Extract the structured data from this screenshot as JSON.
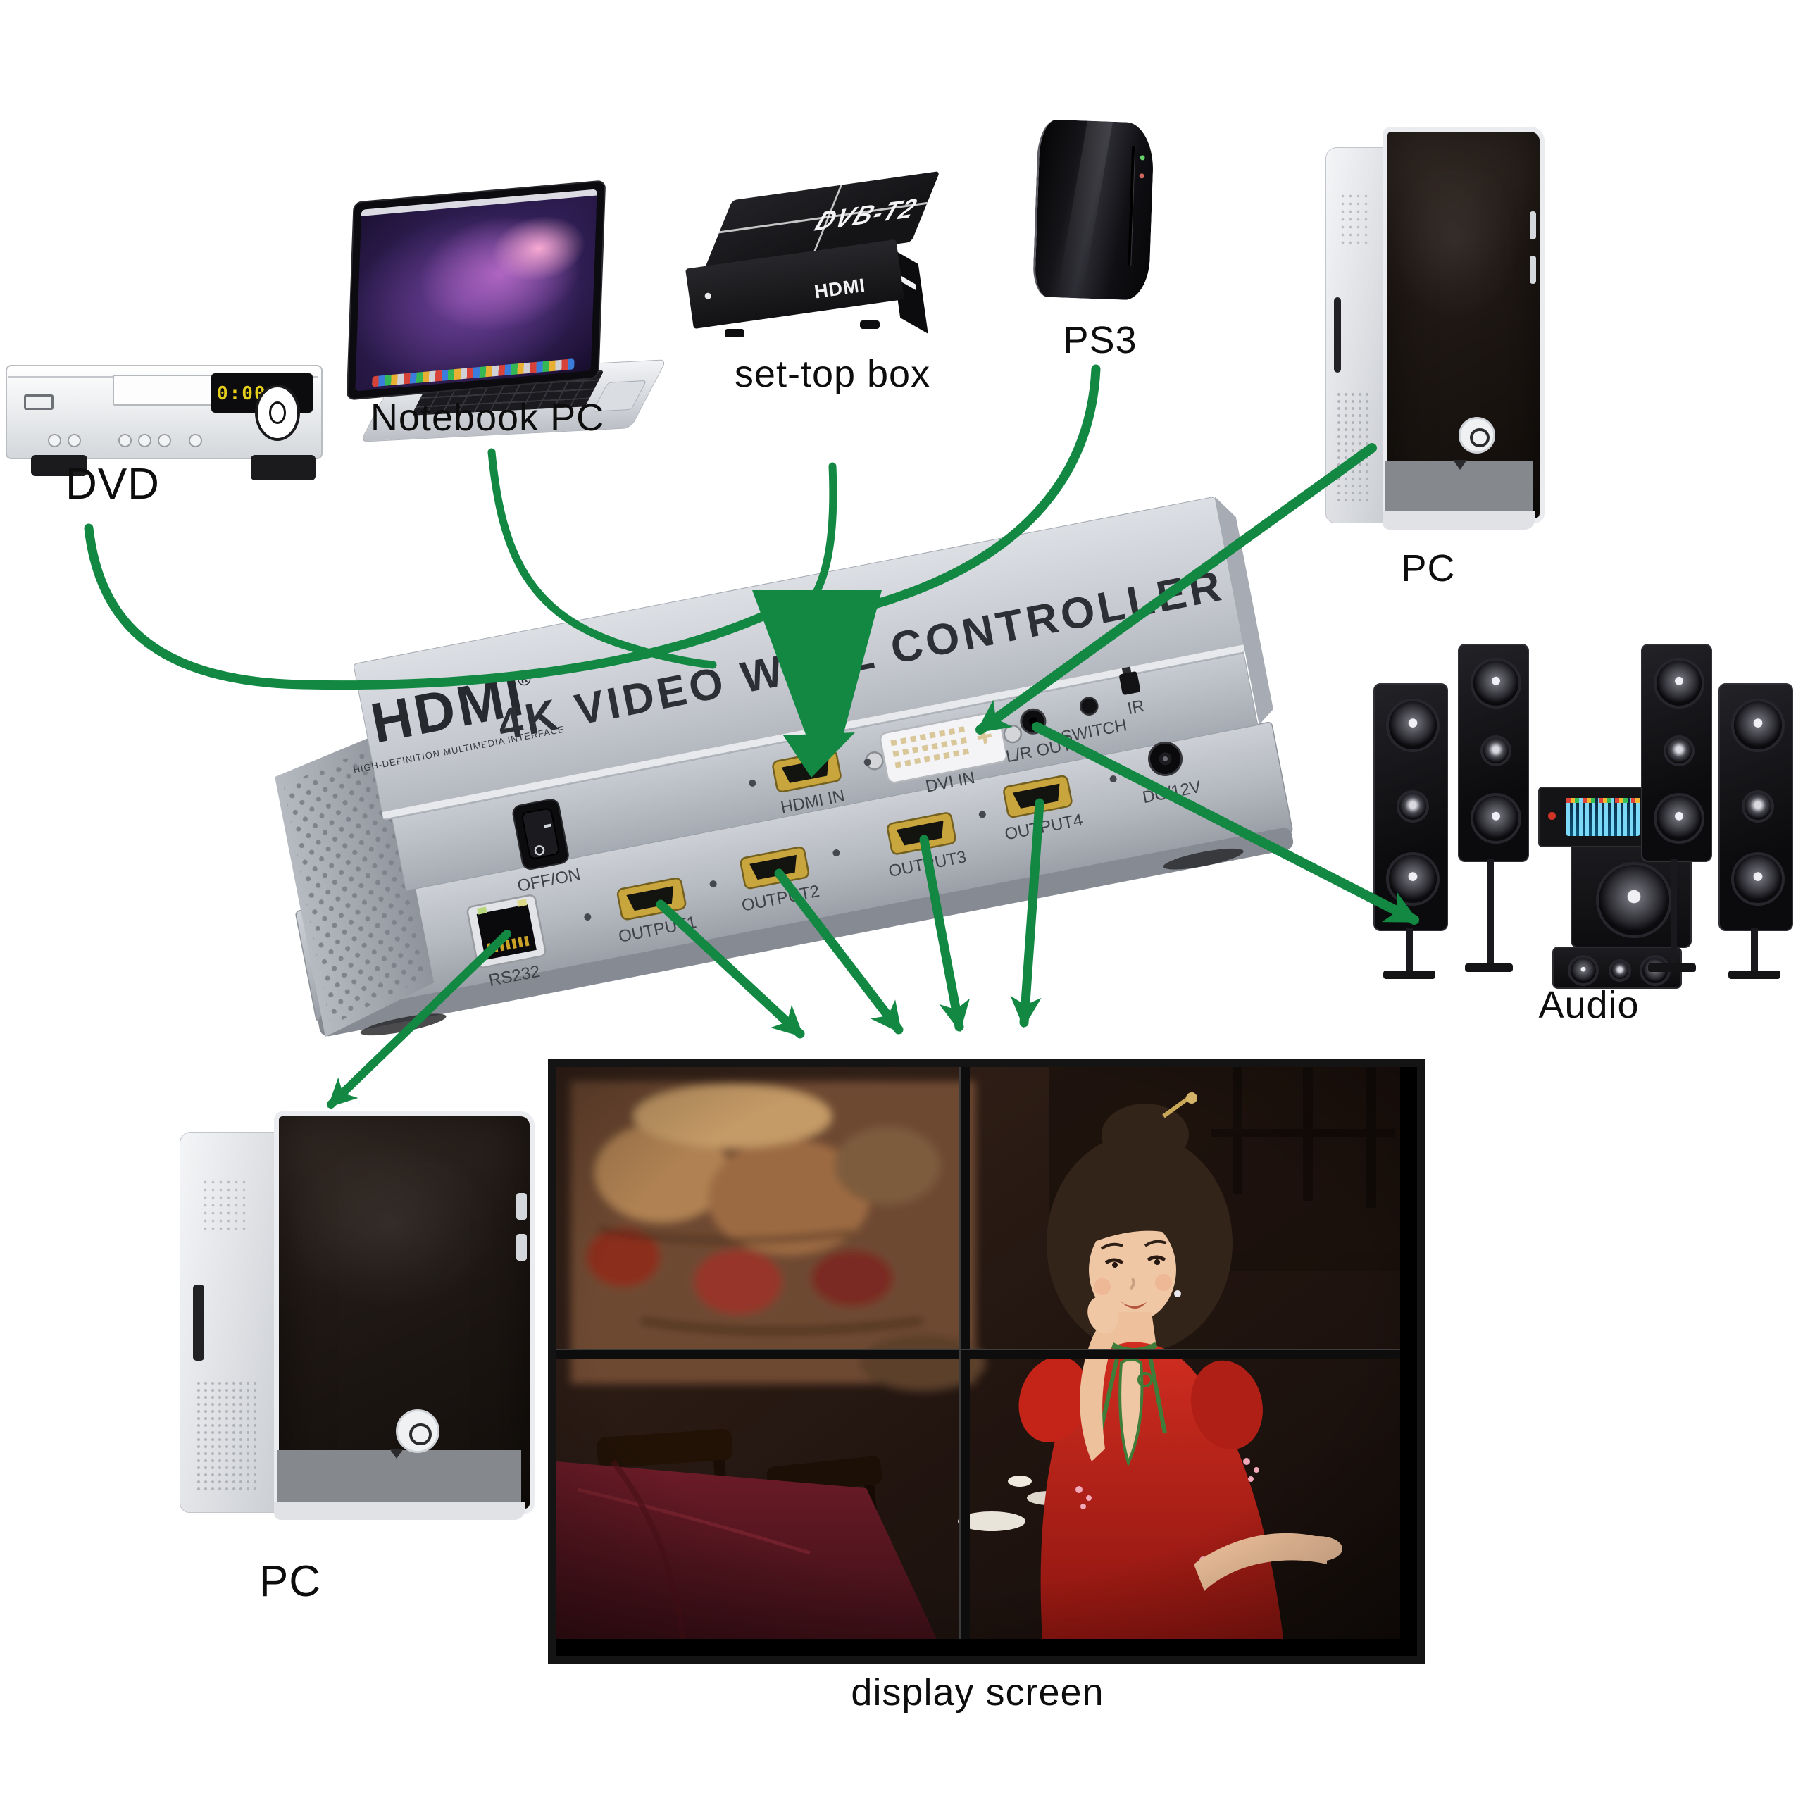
{
  "page": {
    "background": "#ffffff"
  },
  "labels": {
    "dvd": "DVD",
    "notebook": "Notebook PC",
    "settop": "set-top box",
    "ps3": "PS3",
    "pc_top": "PC",
    "audio": "Audio",
    "pc_bottom": "PC",
    "display": "display screen"
  },
  "controller": {
    "logo": "HDMI",
    "logo_reg": "®",
    "logo_sub": "HIGH-DEFINITION MULTIMEDIA INTERFACE",
    "title": "4K VIDEO WALL CONTROLLER",
    "ports": {
      "power": "OFF/ON",
      "rs232": "RS232",
      "out1": "OUTPUT1",
      "out2": "OUTPUT2",
      "out3": "OUTPUT3",
      "out4": "OUTPUT4",
      "hdmi_in": "HDMI IN",
      "dvi": "DVI IN",
      "lr_out": "L/R OUT",
      "switch": "SWITCH",
      "ir": "IR",
      "dc": "DC/12V"
    }
  },
  "devices": {
    "dvd_clock": "0:00",
    "settop_top_mark": "DVB-T2",
    "settop_front_mark": "HDMI"
  },
  "colors": {
    "arrow_green": "#128843",
    "controller_silver": "#c6c9d0",
    "dress_red": "#c6271d",
    "label_text": "#0d0d0d"
  }
}
